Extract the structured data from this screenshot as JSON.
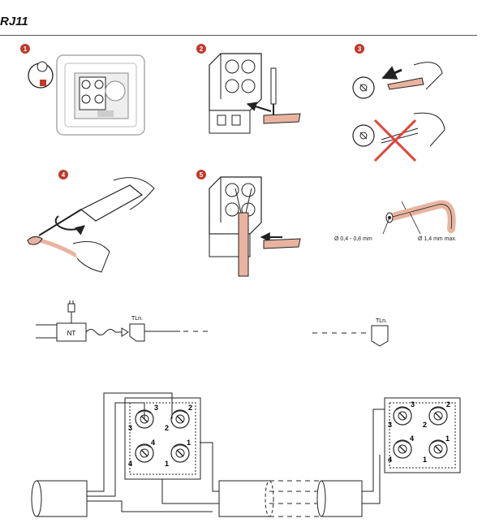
{
  "title": "RJ11",
  "steps": [
    "1",
    "2",
    "3",
    "4",
    "5"
  ],
  "wire_spec": {
    "conductor_diameter": "Ø 0,4 - 0,8 mm",
    "insulation_diameter": "Ø 1,4 mm max."
  },
  "circuit": {
    "nt_label": "NT",
    "tln_left": "TLn.",
    "tln_right": "TLn."
  },
  "terminals": [
    "3",
    "2",
    "3",
    "2",
    "4",
    "1",
    "4",
    "1"
  ],
  "colors": {
    "step_badge": "#c0392b",
    "wire": "#e8b4a0",
    "cross": "#e0433a",
    "line": "#222222"
  }
}
